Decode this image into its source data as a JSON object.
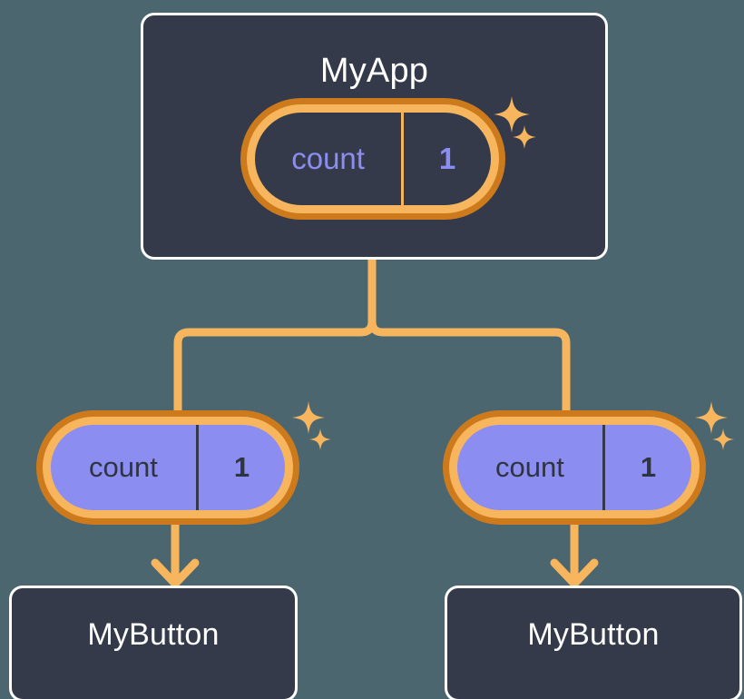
{
  "page": {
    "background_color": "#4c6670",
    "title": "React component state propagation diagram"
  },
  "palette": {
    "page_bg": "#4c6670",
    "card_bg": "#343a4a",
    "card_border": "#ffffff",
    "ring_outer": "#cc7a1c",
    "ring_inner": "#f7b65e",
    "state_purple": "#8b8df0",
    "wire": "#f7b65e",
    "text_light": "#ffffff",
    "text_dark": "#2e3440"
  },
  "root": {
    "label": "MyApp",
    "state": {
      "key": "count",
      "value": "1"
    }
  },
  "children": [
    {
      "state": {
        "key": "count",
        "value": "1"
      },
      "button": {
        "label": "MyButton"
      }
    },
    {
      "state": {
        "key": "count",
        "value": "1"
      },
      "button": {
        "label": "MyButton"
      }
    }
  ],
  "icons": {
    "sparkle_large": "sparkle-four-point-large",
    "sparkle_small": "sparkle-four-point-small",
    "arrow": "arrow-down"
  },
  "connectors": {
    "split_label": "state-flows-to-children",
    "arrow_label": "state-flows-to-button"
  }
}
